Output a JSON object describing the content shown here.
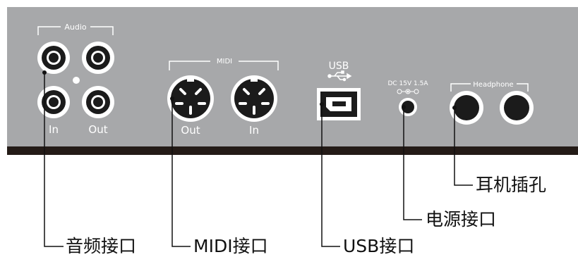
{
  "panel": {
    "audio_group": "Audio",
    "audio_in": "In",
    "audio_out": "Out",
    "midi_group": "MIDI",
    "midi_out": "Out",
    "midi_in": "In",
    "usb": "USB",
    "dc": "DC 15V 1.5A",
    "headphone_group": "Headphone"
  },
  "callouts": {
    "headphone": "耳机插孔",
    "power": "电源接口",
    "audio": "音频接口",
    "midi": "MIDI接口",
    "usb": "USB接口"
  },
  "icons": {
    "usb_symbol": "usb-icon",
    "polarity_symbol": "polarity-icon"
  },
  "colors": {
    "panel": "#a7a8aa",
    "panel_base": "#241b17",
    "jack": "#1b1b1b",
    "ring": "#ffffff",
    "line": "#111111"
  }
}
